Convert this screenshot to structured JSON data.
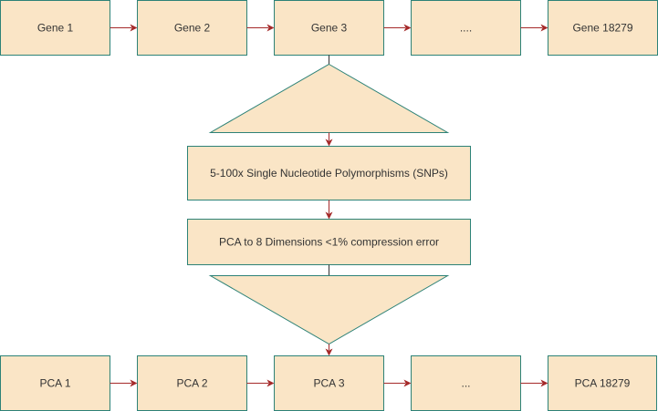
{
  "top_row": [
    {
      "id": "gene-1",
      "label": "Gene 1"
    },
    {
      "id": "gene-2",
      "label": "Gene 2"
    },
    {
      "id": "gene-3",
      "label": "Gene 3"
    },
    {
      "id": "gene-ellipsis",
      "label": "...."
    },
    {
      "id": "gene-18279",
      "label": "Gene 18279"
    }
  ],
  "snp_box": {
    "label": "5-100x Single Nucleotide Polymorphisms (SNPs)"
  },
  "pca_box": {
    "label": "PCA to 8 Dimensions <1% compression error"
  },
  "bottom_row": [
    {
      "id": "pca-1",
      "label": "PCA 1"
    },
    {
      "id": "pca-2",
      "label": "PCA 2"
    },
    {
      "id": "pca-3",
      "label": "PCA 3"
    },
    {
      "id": "pca-ellipsis",
      "label": "..."
    },
    {
      "id": "pca-18279",
      "label": "PCA 18279"
    }
  ],
  "colors": {
    "box_fill": "#fae5c6",
    "box_stroke": "#2d8277",
    "arrow": "#a52a2a",
    "text": "#333333"
  }
}
